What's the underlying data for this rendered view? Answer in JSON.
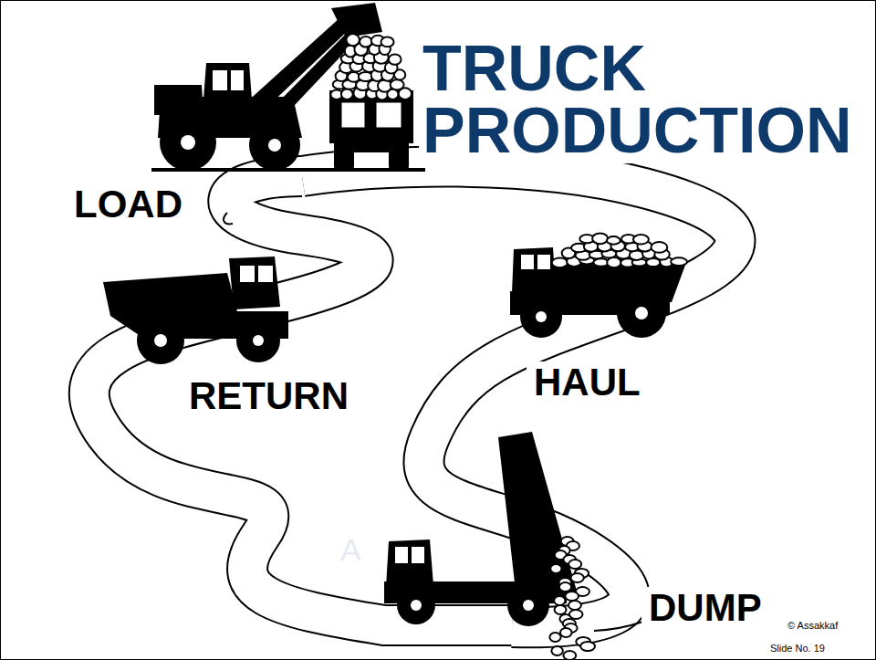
{
  "diagram": {
    "title": "TRUCK PRODUCTION",
    "labels": [
      "LOAD",
      "RETURN",
      "HAUL",
      "DUMP",
      "A",
      "© Assakkaf",
      "Slide No. 19"
    ]
  }
}
